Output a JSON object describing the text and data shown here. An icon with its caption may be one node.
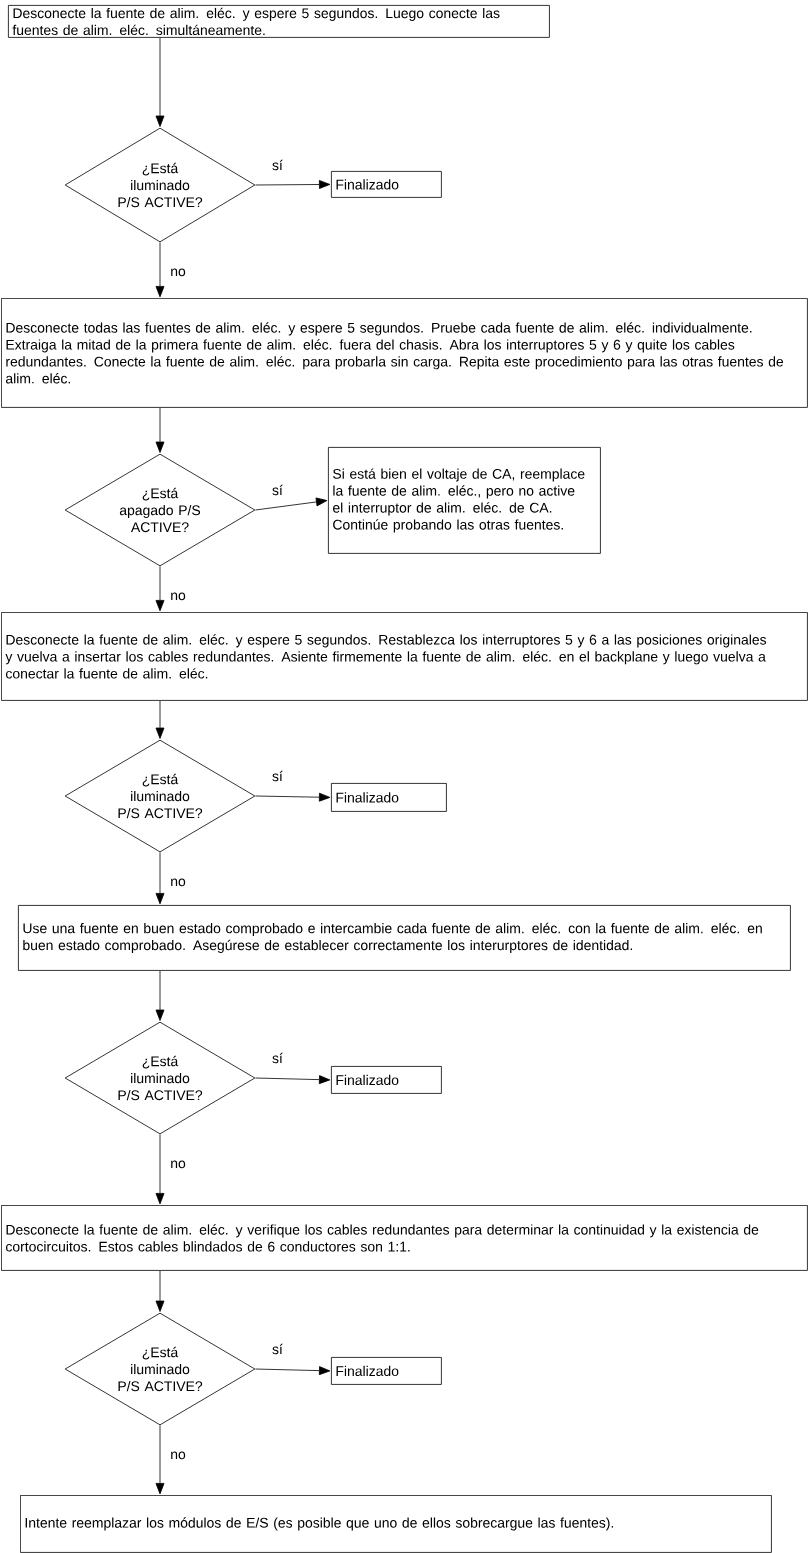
{
  "diagram": {
    "nodes": [
      {
        "text": [
          "Desconecte la fuente de alim. eléc. y espere 5 segundos. Luego conecte las fuentes de alim. eléc. simultáneamente."
        ]
      },
      {
        "text": [
          "¿Está iluminado P/S ACTIVE?"
        ]
      },
      {
        "text": [
          "Finalizado"
        ]
      },
      {
        "text": [
          "Desconecte todas las fuentes de alim. eléc. y espere 5 segundos. Pruebe cada fuente de alim. eléc. individualmente. Extraiga la mitad de la primera fuente de alim. eléc. fuera del chasis. Abra los interruptores 5 y 6 y quite los cables redundantes. Conecte la fuente de alim. eléc. para probarla sin carga. Repita este procedimiento para las otras fuentes de alim. eléc."
        ]
      },
      {
        "text": [
          "¿Está apagado P/S ACTIVE?"
        ]
      },
      {
        "text": [
          "Si está bien el voltaje de CA, reemplace la fuente de alim. eléc., pero no active el interruptor de alim. eléc. de CA. Continúe probando las otras fuentes."
        ]
      },
      {
        "text": [
          "Desconecte la fuente de alim. eléc. y espere 5 segundos. Restablezca los interruptores 5 y 6 a las posiciones originales y vuelva a insertar los cables redundantes. Asiente firmemente la fuente de alim. eléc. en el backplane y luego vuelva a conectar la fuente de alim. eléc."
        ]
      },
      {
        "text": [
          "¿Está iluminado P/S ACTIVE?"
        ]
      },
      {
        "text": [
          "Finalizado"
        ]
      },
      {
        "text": [
          "Use una fuente en buen estado comprobado e intercambie cada fuente de alim. eléc. con la fuente de alim. eléc. en buen estado comprobado. Asegúrese de establecer correctamente los interurptores de identidad."
        ]
      },
      {
        "text": [
          "¿Está iluminado P/S ACTIVE?"
        ]
      },
      {
        "text": [
          "Finalizado"
        ]
      },
      {
        "text": [
          "Desconecte la fuente de alim. eléc. y verifique los cables redundantes para determinar la continuidad y la existencia de cortocircuitos. Estos cables blindados de 6 conductores son 1:1."
        ]
      },
      {
        "text": [
          "¿Está iluminado P/S ACTIVE?"
        ]
      },
      {
        "text": [
          "Finalizado"
        ]
      },
      {
        "text": [
          "Intente reemplazar los módulos de E/S (es posible que uno de ellos sobrecargue las fuentes)."
        ]
      }
    ],
    "edges": [
      {
        "from": 0,
        "to": 1,
        "arrow": "to"
      },
      {
        "from": 1,
        "to": 2,
        "arrow": "to",
        "label": "sí"
      },
      {
        "from": 1,
        "to": 3,
        "arrow": "to",
        "label": "no"
      },
      {
        "from": 3,
        "to": 4,
        "arrow": "to"
      },
      {
        "from": 4,
        "to": 5,
        "arrow": "to",
        "label": "sí"
      },
      {
        "from": 4,
        "to": 6,
        "arrow": "to",
        "label": "no"
      },
      {
        "from": 6,
        "to": 7,
        "arrow": "to"
      },
      {
        "from": 7,
        "to": 8,
        "arrow": "to",
        "label": "sí"
      },
      {
        "from": 7,
        "to": 9,
        "arrow": "to",
        "label": "no"
      },
      {
        "from": 9,
        "to": 10,
        "arrow": "to"
      },
      {
        "from": 10,
        "to": 11,
        "arrow": "to",
        "label": "sí"
      },
      {
        "from": 10,
        "to": 12,
        "arrow": "to",
        "label": "no"
      },
      {
        "from": 12,
        "to": 13,
        "arrow": "to"
      },
      {
        "from": 13,
        "to": 14,
        "arrow": "to",
        "label": "sí"
      },
      {
        "from": 13,
        "to": 15,
        "arrow": "to",
        "label": "no"
      }
    ]
  }
}
